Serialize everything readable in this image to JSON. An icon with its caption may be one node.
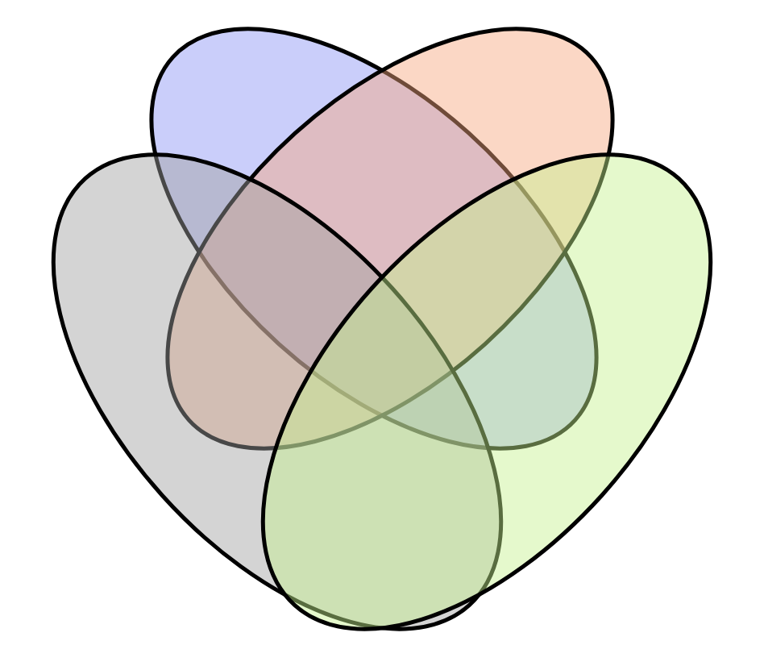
{
  "diagram": {
    "nodes": [
      {
        "text": [],
        "shape": "ellipse"
      },
      {
        "text": [],
        "shape": "ellipse"
      },
      {
        "text": [],
        "shape": "ellipse"
      },
      {
        "text": [],
        "shape": "ellipse"
      }
    ]
  }
}
